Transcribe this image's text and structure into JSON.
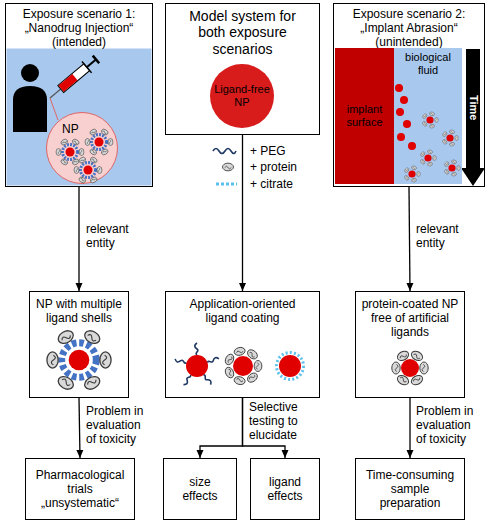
{
  "diagram": {
    "nodes": [
      {
        "text": [
          "Exposure scenario 1: „Nanodrug Injection“ (intended)"
        ]
      },
      {
        "text": [
          "NP"
        ],
        "in": 0
      },
      {
        "text": [
          "Model system for both exposure scenarios"
        ]
      },
      {
        "text": [
          "Ligand-free NP"
        ],
        "in": 2
      },
      {
        "text": [
          "Exposure scenario 2: „Implant Abrasion“ (unintended)"
        ]
      },
      {
        "text": [
          "implant surface"
        ],
        "in": 4
      },
      {
        "text": [
          "biological fluid"
        ],
        "in": 4
      },
      {
        "text": [
          "NP with multiple ligand shells"
        ]
      },
      {
        "text": [
          "Application-oriented ligand coating"
        ]
      },
      {
        "text": [
          "protein-coated NP free of artificial ligands"
        ]
      },
      {
        "text": [
          "Pharmacological trials „unsystematic“"
        ]
      },
      {
        "text": [
          "size effects"
        ]
      },
      {
        "text": [
          "ligand effects"
        ]
      },
      {
        "text": [
          "Time-consuming sample preparation"
        ]
      }
    ],
    "edges": [
      {
        "from": 0,
        "to": 7,
        "label": "relevant entity",
        "arrow": "to"
      },
      {
        "from": 2,
        "to": 8,
        "arrow": "to"
      },
      {
        "from": 4,
        "to": 9,
        "label": "relevant entity",
        "arrow": "to"
      },
      {
        "from": 7,
        "to": 10,
        "label": "Problem in evaluation of toxicity",
        "arrow": "to"
      },
      {
        "from": 8,
        "to": 11,
        "label": "Selective testing to elucidate",
        "arrow": "to"
      },
      {
        "from": 8,
        "to": 12,
        "arrow": "to"
      },
      {
        "from": 9,
        "to": 13,
        "label": "Problem in evaluation of toxicity",
        "arrow": "to"
      }
    ],
    "labels": [
      "+ PEG",
      "+ protein",
      "+ citrate",
      "Time"
    ]
  }
}
